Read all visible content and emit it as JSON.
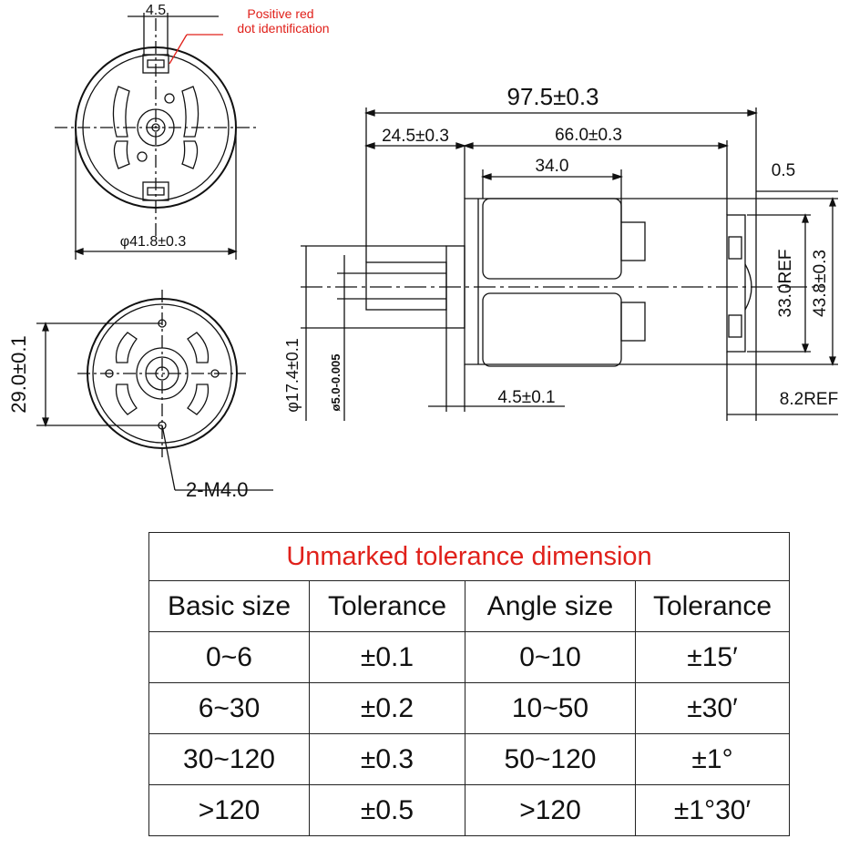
{
  "front_view": {
    "dim_top": "4.5",
    "note": [
      "Positive red",
      "dot identification"
    ],
    "diameter": "φ41.8±0.3"
  },
  "rear_view": {
    "height": "29.0±0.1",
    "holes": "2-M4.0"
  },
  "side_view": {
    "overall_length": "97.5±0.3",
    "shaft_length": "24.5±0.3",
    "body_length": "66.0±0.3",
    "magnet_length": "34.0",
    "end_gap": "0.5",
    "ref_33": "33.0REF",
    "body_dia": "43.8±0.3",
    "boss_dia": "φ17.4±0.1",
    "shaft_dia": "ø5.0-0.005",
    "boss_len": "4.5±0.1",
    "ref_82": "8.2REF"
  },
  "table": {
    "title": "Unmarked tolerance dimension",
    "headers": [
      "Basic size",
      "Tolerance",
      "Angle size",
      "Tolerance"
    ],
    "rows": [
      [
        "0~6",
        "±0.1",
        "0~10",
        "±15′"
      ],
      [
        "6~30",
        "±0.2",
        "10~50",
        "±30′"
      ],
      [
        "30~120",
        "±0.3",
        "50~120",
        "±1°"
      ],
      [
        ">120",
        "±0.5",
        ">120",
        "±1°30′"
      ]
    ]
  }
}
